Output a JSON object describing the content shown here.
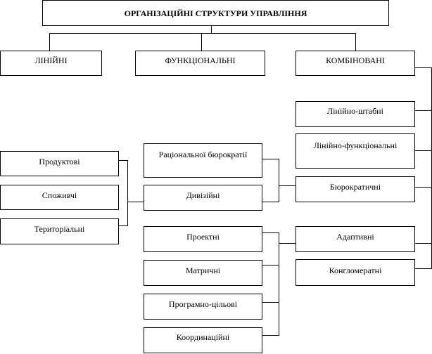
{
  "title": "ОРГАНІЗАЦІЙНІ СТРУКТУРИ УПРАВЛІННЯ",
  "top_categories": [
    "ЛІНІЙНІ",
    "ФУНКЦІОНАЛЬНІ",
    "КОМБІНОВАНІ"
  ],
  "combined": {
    "line_staff": "Лінійно-штабні",
    "line_functional": "Лінійно-функціональні",
    "bureaucratic": "Бюрократичні",
    "adaptive": "Адаптивні",
    "conglomerate": "Конгломератні"
  },
  "bureaucratic_subtypes": {
    "rational": "Раціональної бюрократії",
    "divisional": "Дивізійні"
  },
  "divisional_subtypes": [
    "Продуктові",
    "Споживчі",
    "Територіальні"
  ],
  "adaptive_subtypes": [
    "Проектні",
    "Матричні",
    "Програмно-цільові",
    "Координаційні"
  ]
}
